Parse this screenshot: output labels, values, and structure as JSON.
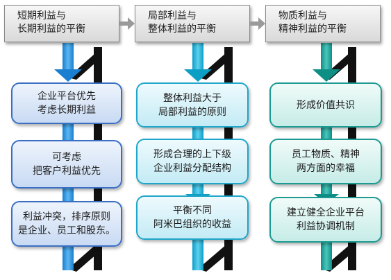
{
  "colors": {
    "column1": "#3a6fc4",
    "column2": "#1fa6c9",
    "column3": "#1d9a91",
    "header_arrow": "#9a9a9a"
  },
  "columns": [
    {
      "header": [
        "短期利益与",
        "长期利益的平衡"
      ],
      "boxes": [
        [
          "企业平台优先",
          "考虑长期利益"
        ],
        [
          "可考虑",
          "把客户利益优先"
        ],
        [
          "利益冲突，排序原则",
          "是企业、员工和股东。"
        ]
      ]
    },
    {
      "header": [
        "局部利益与",
        "整体利益的平衡"
      ],
      "boxes": [
        [
          "整体利益大于",
          "局部利益的原则"
        ],
        [
          "形成合理的上下级",
          "企业利益分配结构"
        ],
        [
          "平衡不同",
          "阿米巴组织的收益"
        ]
      ]
    },
    {
      "header": [
        "物质利益与",
        "精神利益的平衡"
      ],
      "boxes": [
        [
          "形成价值共识"
        ],
        [
          "员工物质、精神",
          "两方面的幸福"
        ],
        [
          "建立健全企业平台",
          "利益协调机制"
        ]
      ]
    }
  ]
}
